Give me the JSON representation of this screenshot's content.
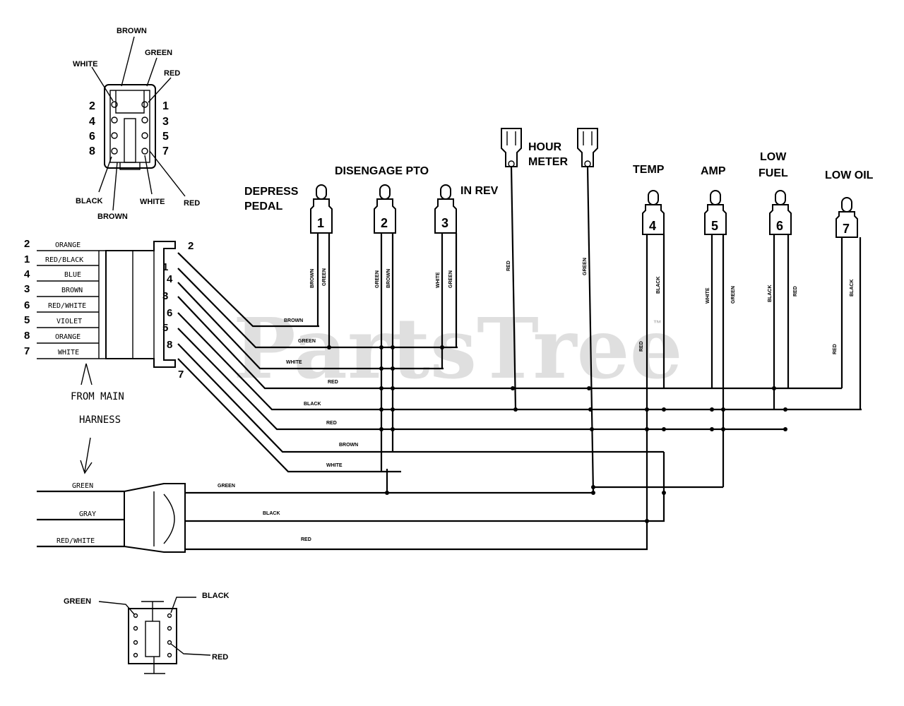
{
  "watermark": {
    "text": "PartsTree",
    "mark": "™"
  },
  "top_connector": {
    "labels": {
      "brown_top": "BROWN",
      "green": "GREEN",
      "white_left": "WHITE",
      "red_right": "RED",
      "black": "BLACK",
      "brown_bottom": "BROWN",
      "white_bottom": "WHITE",
      "red_bottom": "RED"
    },
    "pins_left": [
      "2",
      "4",
      "6",
      "8"
    ],
    "pins_right": [
      "1",
      "3",
      "5",
      "7"
    ]
  },
  "harness_plug": {
    "rows": [
      {
        "pin": "2",
        "color": "ORANGE"
      },
      {
        "pin": "1",
        "color": "RED/BLACK"
      },
      {
        "pin": "4",
        "color": "BLUE"
      },
      {
        "pin": "3",
        "color": "BROWN"
      },
      {
        "pin": "6",
        "color": "RED/WHITE"
      },
      {
        "pin": "5",
        "color": "VIOLET"
      },
      {
        "pin": "8",
        "color": "ORANGE"
      },
      {
        "pin": "7",
        "color": "WHITE"
      }
    ],
    "right_pins": [
      "2",
      "1",
      "4",
      "3",
      "6",
      "5",
      "8",
      "7"
    ]
  },
  "from_main": {
    "line1": "FROM MAIN",
    "line2": "HARNESS"
  },
  "lamps": [
    {
      "num": "1",
      "label1": "DEPRESS",
      "label2": "PEDAL",
      "wire_a": "BROWN",
      "wire_b": "GREEN"
    },
    {
      "num": "2",
      "label1": "DISENGAGE PTO",
      "label2": "",
      "wire_a": "GREEN",
      "wire_b": "BROWN"
    },
    {
      "num": "3",
      "label1": "IN REV",
      "label2": "",
      "wire_a": "WHITE",
      "wire_b": "GREEN"
    },
    {
      "num": "4",
      "label1": "TEMP",
      "label2": "",
      "wire_a": "BLACK",
      "wire_b": "RED"
    },
    {
      "num": "5",
      "label1": "AMP",
      "label2": "",
      "wire_a": "WHITE",
      "wire_b": "GREEN"
    },
    {
      "num": "6",
      "label1": "LOW",
      "label2": "FUEL",
      "wire_a": "BLACK",
      "wire_b": "RED"
    },
    {
      "num": "7",
      "label1": "LOW OIL",
      "label2": "",
      "wire_a": "BLACK",
      "wire_b": "RED"
    }
  ],
  "hour_meter": {
    "line1": "HOUR",
    "line2": "METER",
    "wire_left": "RED",
    "wire_right": "GREEN"
  },
  "bus_labels": [
    "BROWN",
    "GREEN",
    "WHITE",
    "RED",
    "BLACK",
    "RED",
    "BROWN",
    "WHITE"
  ],
  "lower_harness": {
    "left": [
      "GREEN",
      "GRAY",
      "RED/WHITE"
    ],
    "right": [
      "GREEN",
      "BLACK",
      "RED"
    ]
  },
  "bottom_connector": {
    "green": "GREEN",
    "black": "BLACK",
    "red": "RED"
  }
}
